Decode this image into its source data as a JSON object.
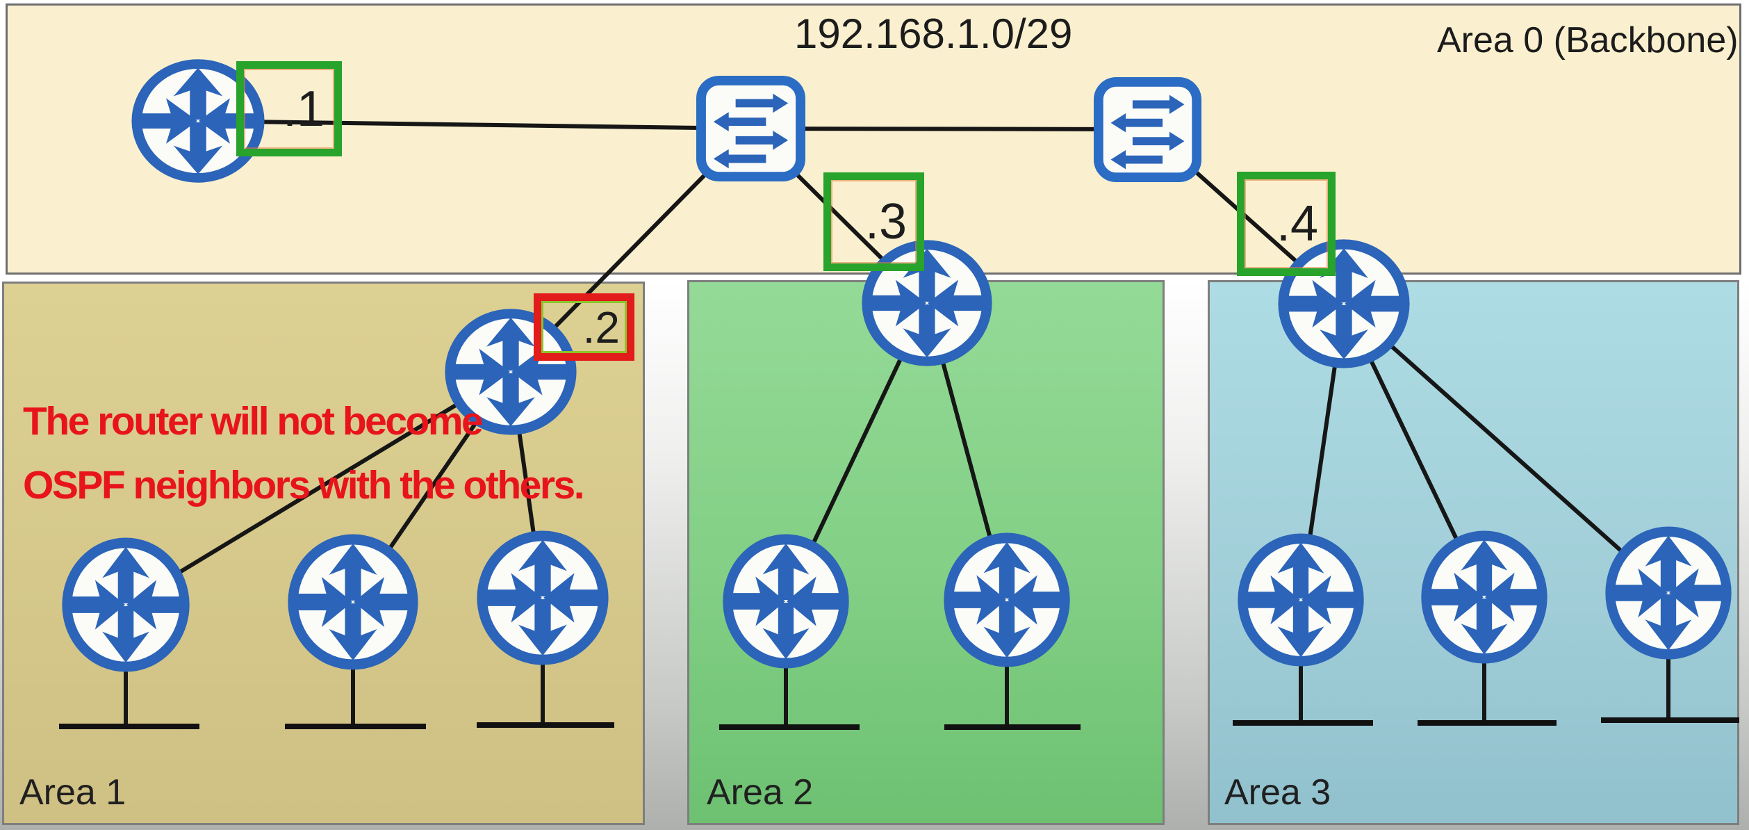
{
  "backbone": {
    "label": "Area 0 (Backbone)",
    "subnet": "192.168.1.0/29"
  },
  "areas": [
    {
      "label": "Area 1"
    },
    {
      "label": "Area 2"
    },
    {
      "label": "Area 3"
    }
  ],
  "interface_labels": {
    "r1": ".1",
    "r2": ".2",
    "r3": ".3",
    "r4": ".4"
  },
  "annotation": {
    "line1": "The router will not become",
    "line2": "OSPF neighbors with the others."
  },
  "icons": {
    "router": "cisco-router-icon",
    "switch": "cisco-switch-icon"
  },
  "colors": {
    "backbone_bg": "#faf0cf",
    "area1_bg": "#d5c88a",
    "area2_bg": "#82cf85",
    "area3_bg": "#9fcfd9",
    "highlight_green": "#28a32b",
    "highlight_red": "#e21b1b",
    "node_blue": "#2b64b8",
    "link_black": "#161616",
    "annotation_red": "#e8141c"
  }
}
